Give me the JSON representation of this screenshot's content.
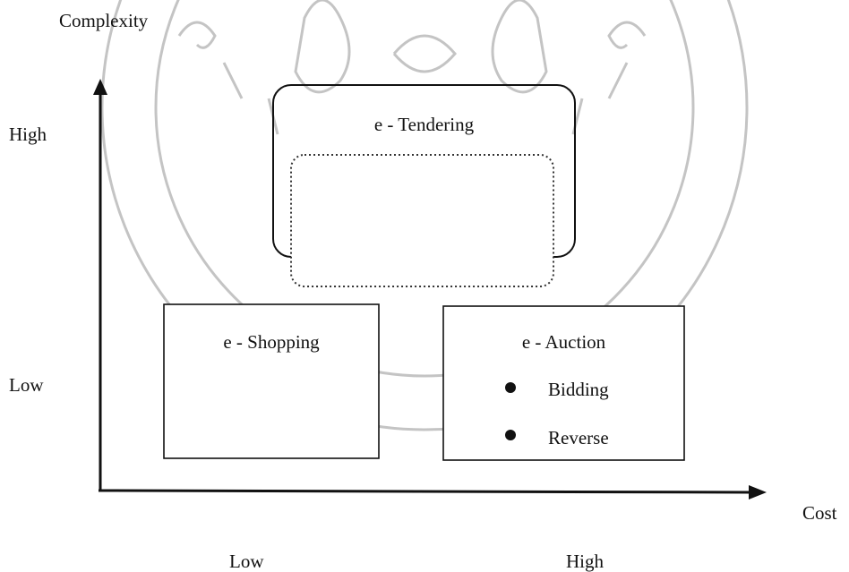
{
  "axis": {
    "y_title": "Complexity",
    "x_title": "Cost",
    "y_high": "High",
    "y_low": "Low",
    "x_low": "Low",
    "x_high": "High"
  },
  "boxes": {
    "tendering": {
      "label": "e - Tendering"
    },
    "shopping": {
      "label": "e - Shopping"
    },
    "auction": {
      "label": "e - Auction",
      "items": [
        "Bidding",
        "Reverse"
      ]
    }
  },
  "colors": {
    "line": "#111111",
    "watermark": "#b8b8b8"
  }
}
